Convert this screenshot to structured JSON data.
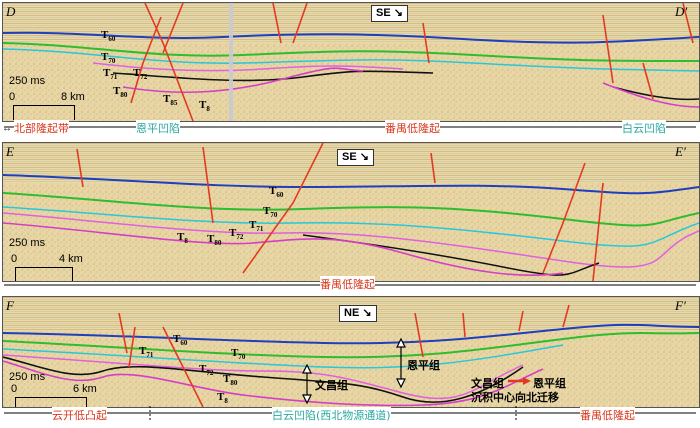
{
  "panels": [
    {
      "id": "D",
      "label_left": "D",
      "label_right": "D′",
      "direction": "SE",
      "time_scale": "250 ms",
      "dist_start": "0",
      "dist_end": "8 km",
      "horizons": [
        "T60",
        "T70",
        "T71",
        "T72",
        "T80",
        "T85",
        "T8"
      ],
      "units": [
        {
          "name": "北部隆起带",
          "color": "#d9381e"
        },
        {
          "name": "恩平凹陷",
          "color": "#2aa8a0"
        },
        {
          "name": "番禺低隆起",
          "color": "#d9381e"
        },
        {
          "name": "白云凹陷",
          "color": "#2aa8a0"
        }
      ]
    },
    {
      "id": "E",
      "label_left": "E",
      "label_right": "E′",
      "direction": "SE",
      "time_scale": "250 ms",
      "dist_start": "0",
      "dist_end": "4 km",
      "horizons": [
        "T60",
        "T70",
        "T71",
        "T72",
        "T80",
        "T8"
      ],
      "units": [
        {
          "name": "番禺低隆起",
          "color": "#d9381e"
        }
      ]
    },
    {
      "id": "F",
      "label_left": "F",
      "label_right": "F′",
      "direction": "NE",
      "time_scale": "250 ms",
      "dist_start": "0",
      "dist_end": "6 km",
      "horizons": [
        "T60",
        "T70",
        "T71",
        "T72",
        "T80",
        "T8"
      ],
      "annotations": {
        "wenchang": "文昌组",
        "enping": "恩平组",
        "migration_line1_a": "文昌组",
        "migration_line1_b": "恩平组",
        "migration_line2": "沉积中心向北迁移"
      },
      "units": [
        {
          "name": "云开低凸起",
          "color": "#d9381e"
        },
        {
          "name": "白云凹陷(西北物源通道)",
          "color": "#2aa8a0"
        },
        {
          "name": "番禺低隆起",
          "color": "#d9381e"
        }
      ]
    }
  ],
  "colors": {
    "T60": "#1f3fbf",
    "T70": "#2ebd2e",
    "T71": "#28c8d8",
    "T72": "#e060e0",
    "T80": "#111111",
    "T8": "#d53ec8",
    "fault": "#e23a22",
    "seismic_bg": "#e9d9a8"
  }
}
